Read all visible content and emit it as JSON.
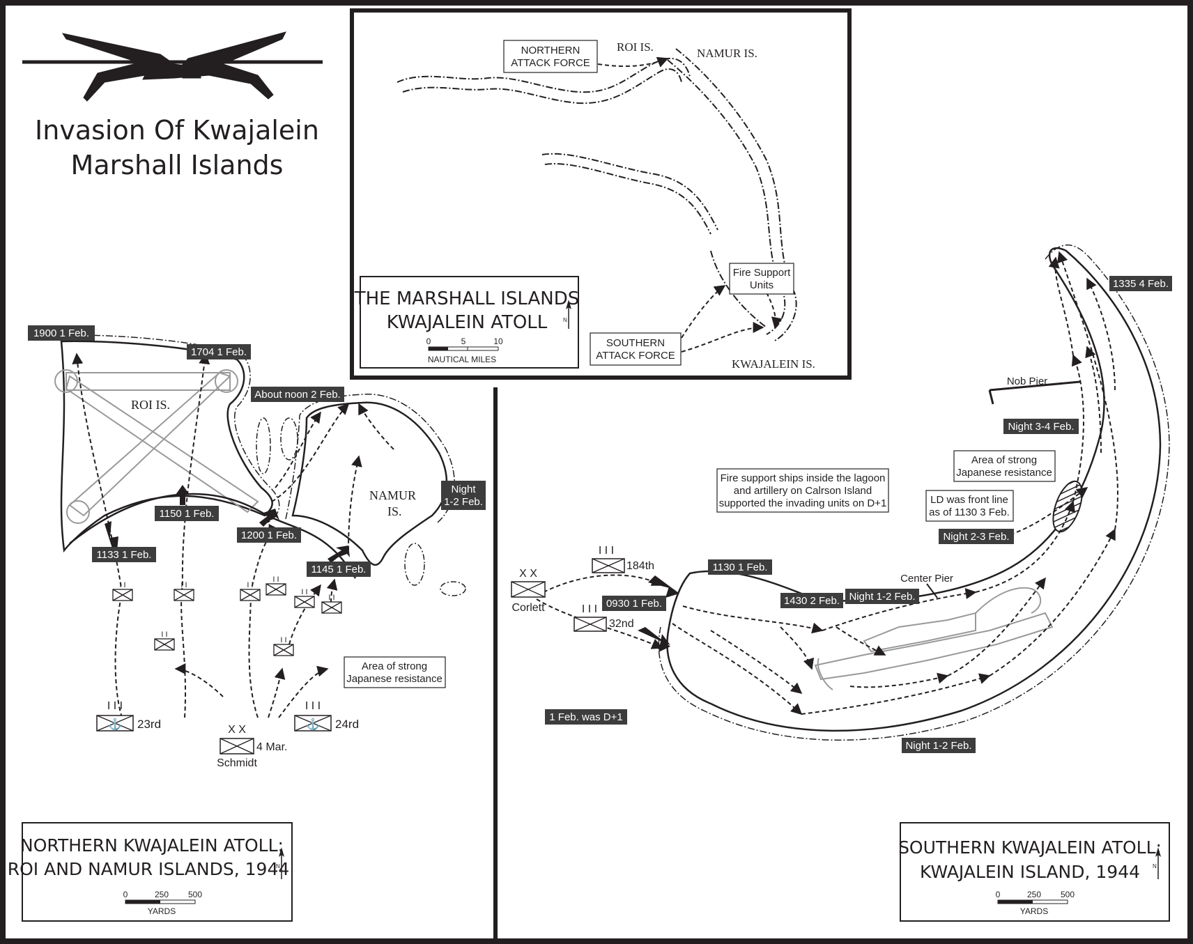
{
  "title": {
    "line1": "Invasion Of Kwajalein",
    "line2": "Marshall Islands"
  },
  "inset_map": {
    "title_line1": "THE MARSHALL ISLANDS",
    "title_line2": "KWAJALEIN ATOLL",
    "scale": {
      "ticks": [
        "0",
        "5",
        "10"
      ],
      "unit": "NAUTICAL MILES"
    },
    "north_label": "N",
    "places": {
      "roi": "ROI IS.",
      "namur": "NAMUR IS.",
      "kwajalein": "KWAJALEIN IS."
    },
    "forces": {
      "northern": [
        "NORTHERN",
        "ATTACK FORCE"
      ],
      "southern": [
        "SOUTHERN",
        "ATTACK FORCE"
      ],
      "fire_support": [
        "Fire Support",
        "Units"
      ]
    }
  },
  "northern_map": {
    "title_line1": "NORTHERN KWAJALEIN ATOLL:",
    "title_line2": "ROI AND NAMUR ISLANDS, 1944",
    "scale": {
      "ticks": [
        "0",
        "250",
        "500"
      ],
      "unit": "YARDS"
    },
    "north_label": "N",
    "places": {
      "roi": "ROI IS.",
      "namur_1": "NAMUR",
      "namur_2": "IS."
    },
    "time_labels": {
      "t1900": "1900 1 Feb.",
      "t1704": "1704 1 Feb.",
      "t_noon": "About noon 2 Feb.",
      "t_night_1": "Night",
      "t_night_2": "1-2 Feb.",
      "t1150": "1150 1 Feb.",
      "t1200": "1200 1 Feb.",
      "t1133": "1133 1 Feb.",
      "t1145": "1145 1 Feb."
    },
    "units": {
      "reg23_echelon": "I I I",
      "reg23": "23rd",
      "reg24_echelon": "I I I",
      "reg24": "24rd",
      "div_echelon": "X X",
      "div_date": "4 Mar.",
      "div_name": "Schmidt",
      "battalion_echelon": "I I"
    },
    "legend_resistance": [
      "Area of strong",
      "Japanese resistance"
    ]
  },
  "southern_map": {
    "title_line1": "SOUTHERN KWAJALEIN ATOLL:",
    "title_line2": "KWAJALEIN ISLAND, 1944",
    "scale": {
      "ticks": [
        "0",
        "250",
        "500"
      ],
      "unit": "YARDS"
    },
    "north_label": "N",
    "time_labels": {
      "t1335": "1335 4 Feb.",
      "t_night34": "Night 3-4 Feb.",
      "t_night23": "Night 2-3 Feb.",
      "t1130": "1130 1 Feb.",
      "t0930": "0930 1 Feb.",
      "t1430": "1430 2 Feb.",
      "t_night12a": "Night 1-2 Feb.",
      "t_night12b": "Night 1-2 Feb.",
      "d_plus_1": "1 Feb. was D+1"
    },
    "places": {
      "nob_pier": "Nob Pier",
      "center_pier": "Center Pier"
    },
    "notes": {
      "resistance": [
        "Area of strong",
        "Japanese resistance"
      ],
      "front_line": [
        "LD was front line",
        "as of 1130 3 Feb."
      ],
      "fire_support": [
        "Fire support ships inside the lagoon",
        "and artillery on Calrson Island",
        "supported the invading units on D+1"
      ]
    },
    "units": {
      "div_echelon": "X X",
      "div_name": "Corlett",
      "reg184_echelon": "I I I",
      "reg184": "184th",
      "reg32_echelon": "I I I",
      "reg32": "32nd"
    }
  },
  "colors": {
    "ink": "#231f20",
    "label_bg": "#3d3d3d",
    "paper": "#ffffff"
  }
}
